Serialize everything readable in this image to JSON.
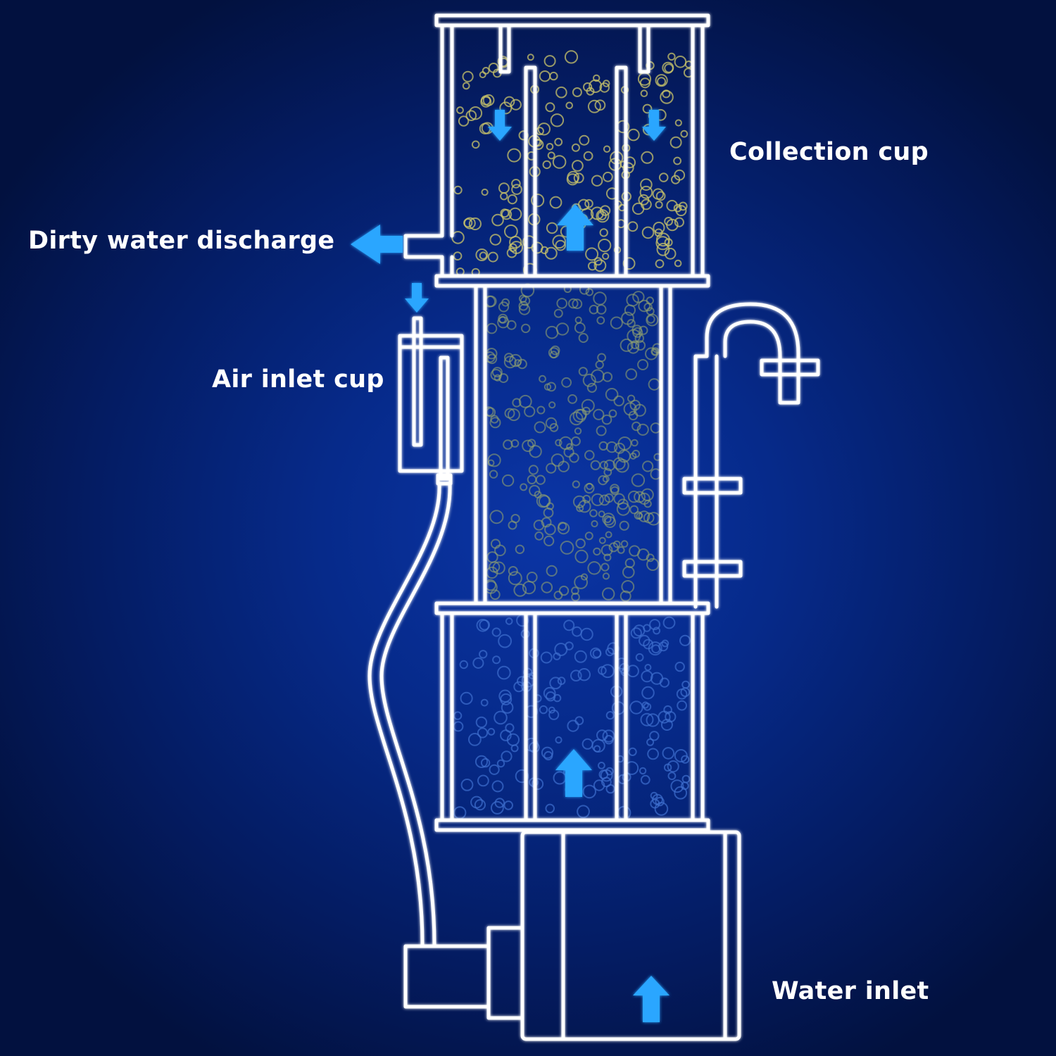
{
  "labels": {
    "collection_cup": "Collection cup",
    "dirty_water_discharge": "Dirty water discharge",
    "air_inlet_cup": "Air inlet cup",
    "water_inlet": "Water inlet"
  },
  "colors": {
    "background": "#062a8a",
    "outline": "#ffffff",
    "flow_arrow": "#2aa6ff",
    "bubble_top": "#c9c46a",
    "bubble_bottom": "#3f6fcf"
  }
}
